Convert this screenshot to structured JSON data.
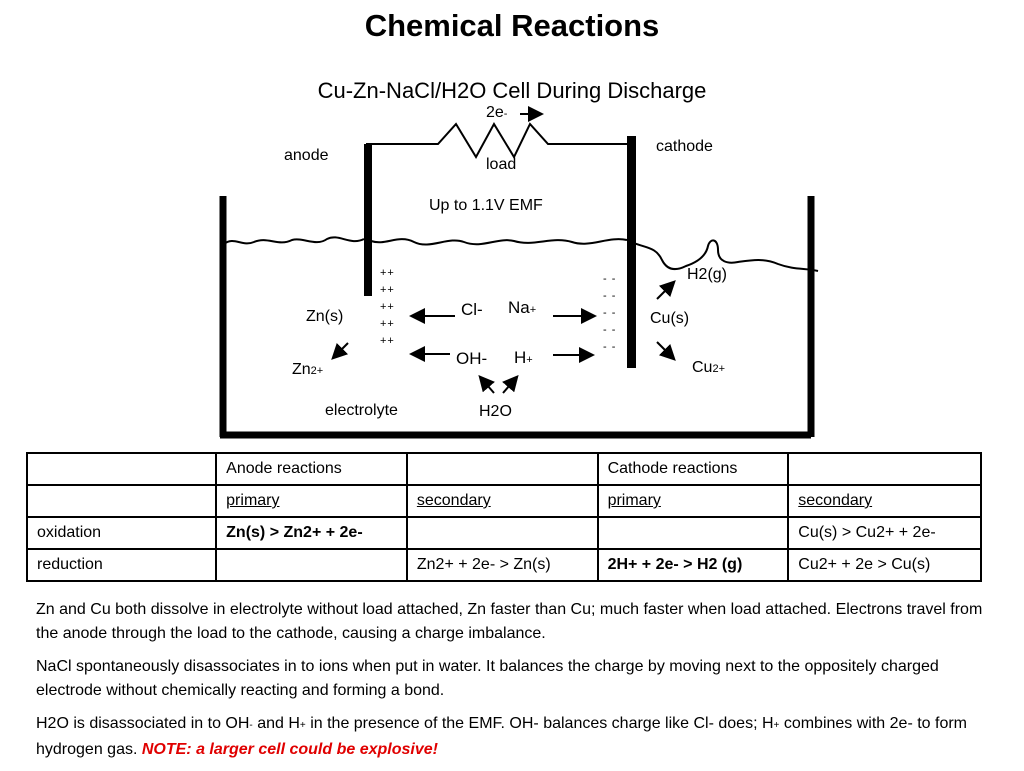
{
  "title": "Chemical Reactions",
  "subtitle": "Cu-Zn-NaCl/H2O Cell During Discharge",
  "diagram": {
    "electron_flow": {
      "base": "2e",
      "sup": "-"
    },
    "load": "load",
    "anode": "anode",
    "cathode": "cathode",
    "emf": "Up to 1.1V EMF",
    "h2g": "H2(g)",
    "zns": "Zn(s)",
    "cus": "Cu(s)",
    "cl": "Cl-",
    "na": {
      "base": "Na",
      "sup": "+"
    },
    "oh": "OH-",
    "h": {
      "base": "H",
      "sup": "+"
    },
    "zn2": {
      "base": "Zn",
      "sup": "2+"
    },
    "cu2": {
      "base": "Cu",
      "sup": "2+"
    },
    "electrolyte": "electrolyte",
    "h2o": "H2O",
    "anode_charges": [
      "++",
      "++",
      "++",
      "++",
      "++"
    ],
    "cathode_charges": [
      "- -",
      "- -",
      "- -",
      "- -",
      "- -"
    ]
  },
  "table": {
    "rows": [
      [
        "",
        "Anode reactions",
        "",
        "Cathode reactions",
        ""
      ],
      [
        "",
        "primary",
        "secondary",
        "primary",
        "secondary"
      ],
      [
        "oxidation",
        "Zn(s) > Zn2+ + 2e-",
        "",
        "",
        "Cu(s) > Cu2+ + 2e-"
      ],
      [
        "reduction",
        "",
        "Zn2+ + 2e- > Zn(s)",
        "2H+ + 2e- > H2 (g)",
        "Cu2+ + 2e > Cu(s)"
      ]
    ]
  },
  "notes": {
    "p1": "Zn and Cu both dissolve in electrolyte without load attached, Zn faster than Cu; much faster when load attached.  Electrons travel from the anode through the load to the cathode, causing a charge imbalance.",
    "p2": "NaCl spontaneously disassociates in to ions when put in water.  It balances the charge by moving next to the oppositely charged electrode without chemically reacting and forming a bond.",
    "p3": {
      "t1": "H2O is disassociated in to OH",
      "s1": "-",
      "t2": " and H",
      "s2": "+",
      "t3": " in the presence of the EMF.  OH- balances charge like Cl- does; H",
      "s3": "+",
      "t4": " combines with 2e- to form hydrogen gas.  ",
      "note": "NOTE: a larger cell could be explosive!"
    }
  },
  "colors": {
    "note": "#e00000",
    "ink": "#000000"
  }
}
